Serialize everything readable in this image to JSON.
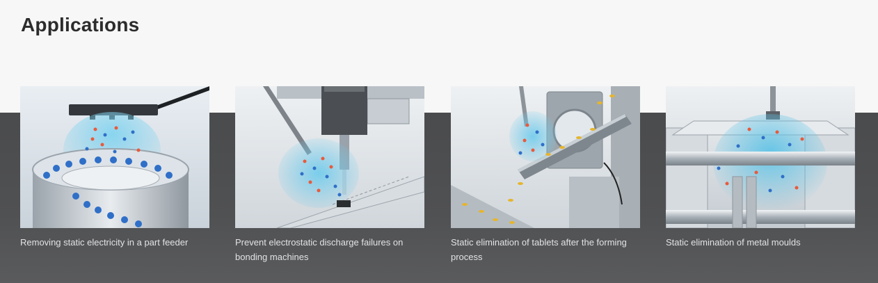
{
  "section": {
    "title": "Applications"
  },
  "cards": [
    {
      "caption": "Removing static electricity in a part feeder"
    },
    {
      "caption": "Prevent electrostatic discharge failures on bonding machines"
    },
    {
      "caption": "Static elimination of tablets after the forming process"
    },
    {
      "caption": "Static elimination of metal moulds"
    }
  ],
  "colors": {
    "dark_band": "#4a4b4d",
    "title": "#2c2c2c",
    "caption": "#e2e3e5",
    "ion_cloud": "#5fc3e6"
  }
}
